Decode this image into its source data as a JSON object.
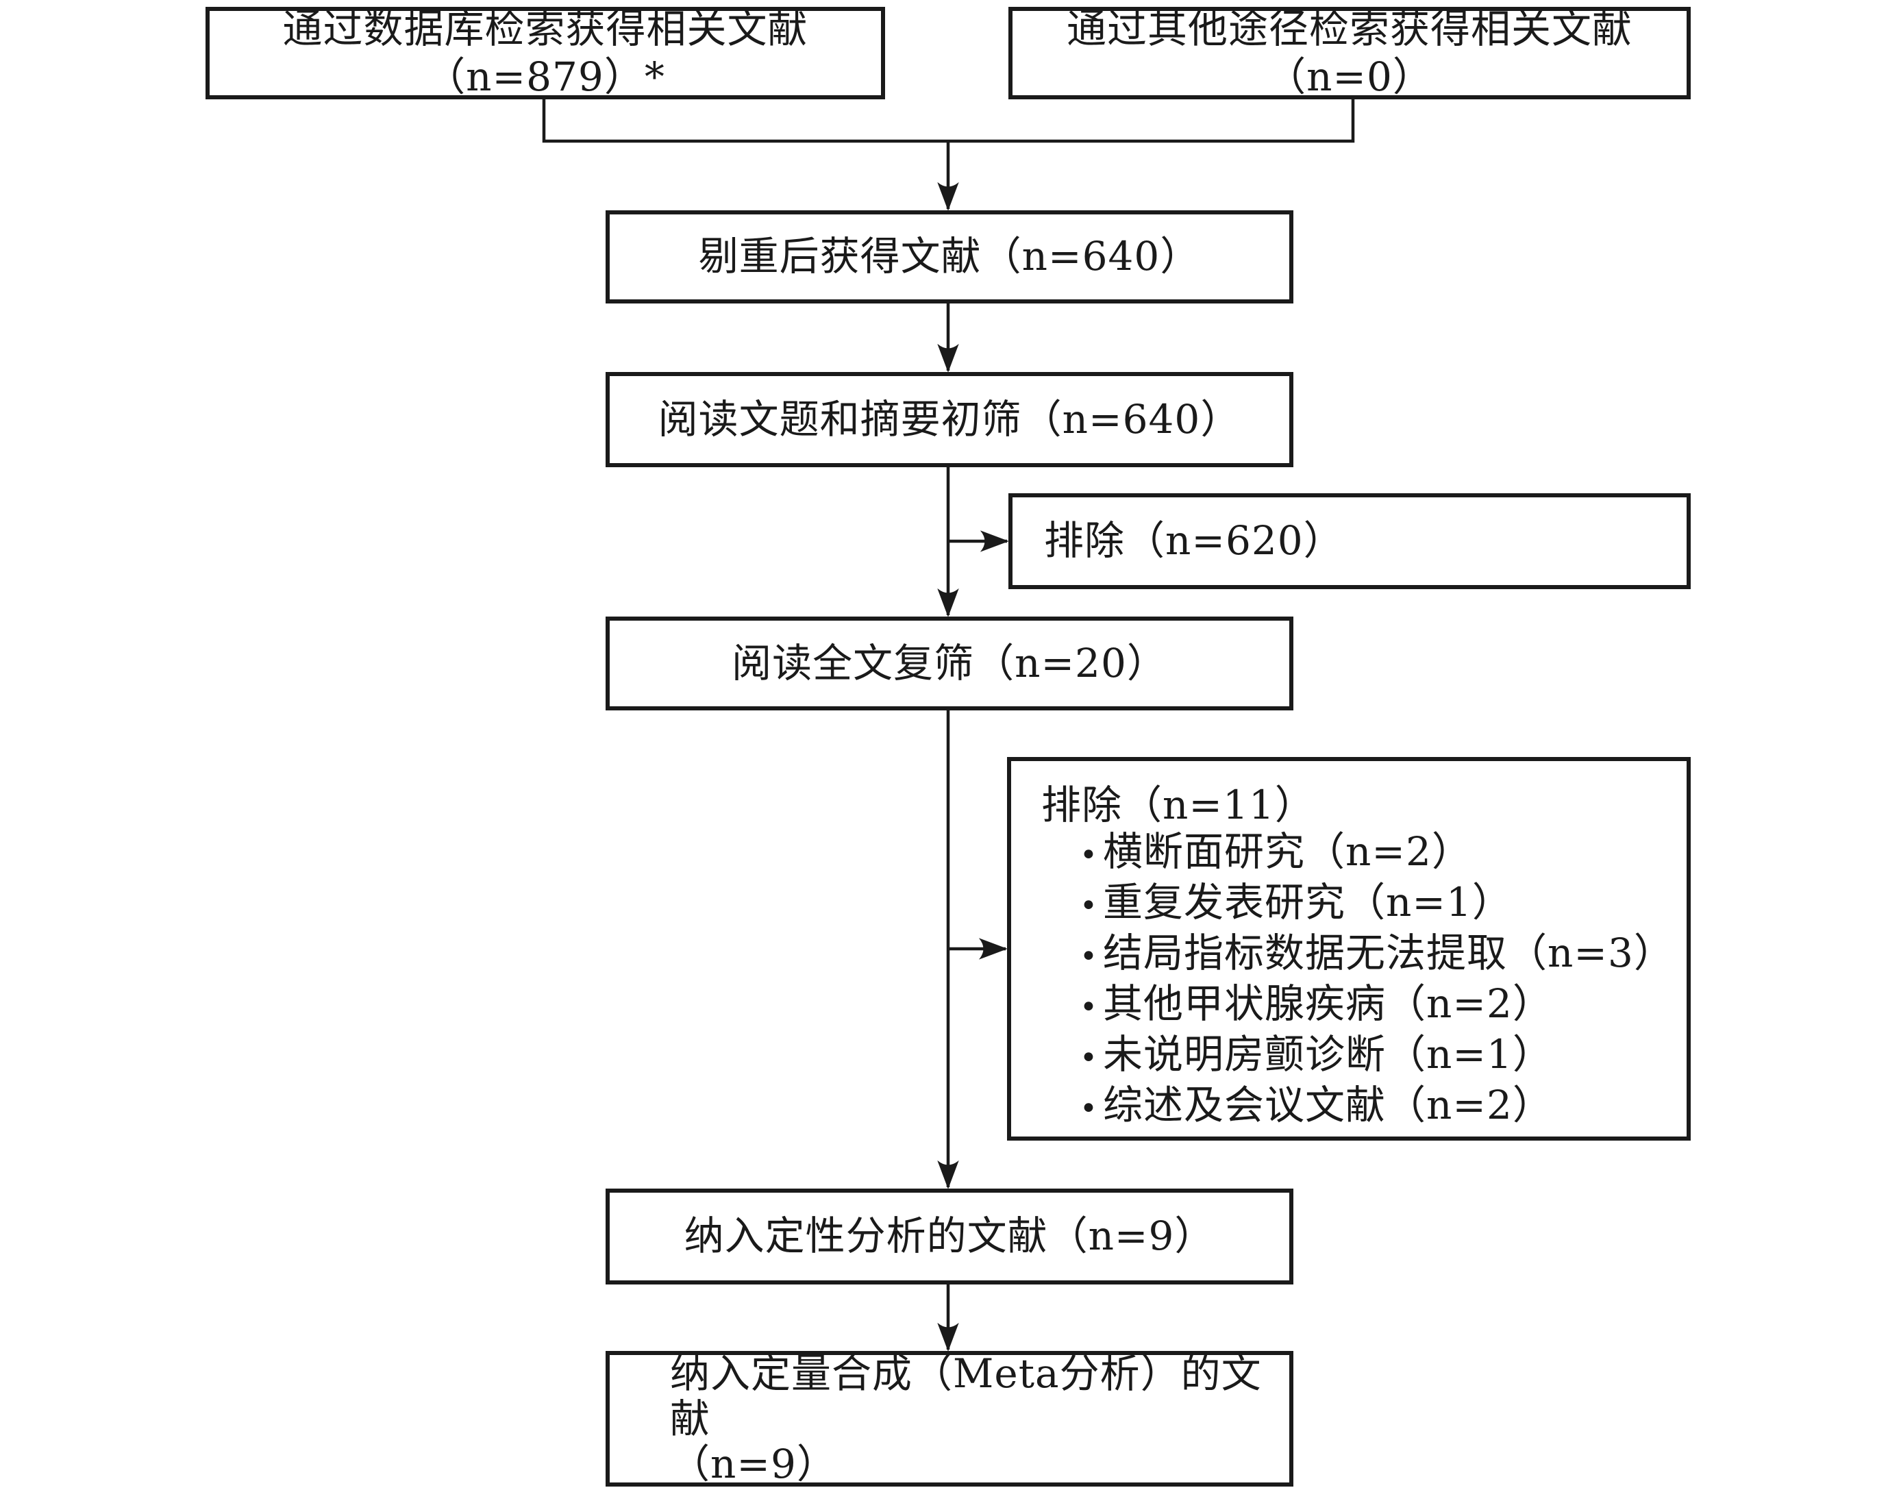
{
  "figure": {
    "type": "flowchart",
    "description": "Literature screening PRISMA-style flow diagram (meta-analysis study selection)",
    "background_color": "#ffffff",
    "line_color": "#1a1a1a",
    "bullet_char": "•"
  },
  "boxes": {
    "db_search": {
      "label": "通过数据库检索获得相关文献（n=879）*"
    },
    "other_search": {
      "label": "通过其他途径检索获得相关文献（n=0）"
    },
    "dedup": {
      "label": "剔重后获得文献（n=640）"
    },
    "title_screen": {
      "label": "阅读文题和摘要初筛（n=640）"
    },
    "excluded_620": {
      "label": "排除（n=620）"
    },
    "fulltext_screen": {
      "label": "阅读全文复筛（n=20）"
    },
    "excluded_11": {
      "title": "排除（n=11）",
      "items": [
        "横断面研究（n=2）",
        "重复发表研究（n=1）",
        "结局指标数据无法提取（n=3）",
        "其他甲状腺疾病（n=2）",
        "未说明房颤诊断（n=1）",
        "综述及会议文献（n=2）"
      ]
    },
    "qualitative": {
      "label": "纳入定性分析的文献（n=9）"
    },
    "quantitative": {
      "label_line1": "纳入定量合成（Meta分析）的文献",
      "label_line2": "（n=9）"
    }
  }
}
